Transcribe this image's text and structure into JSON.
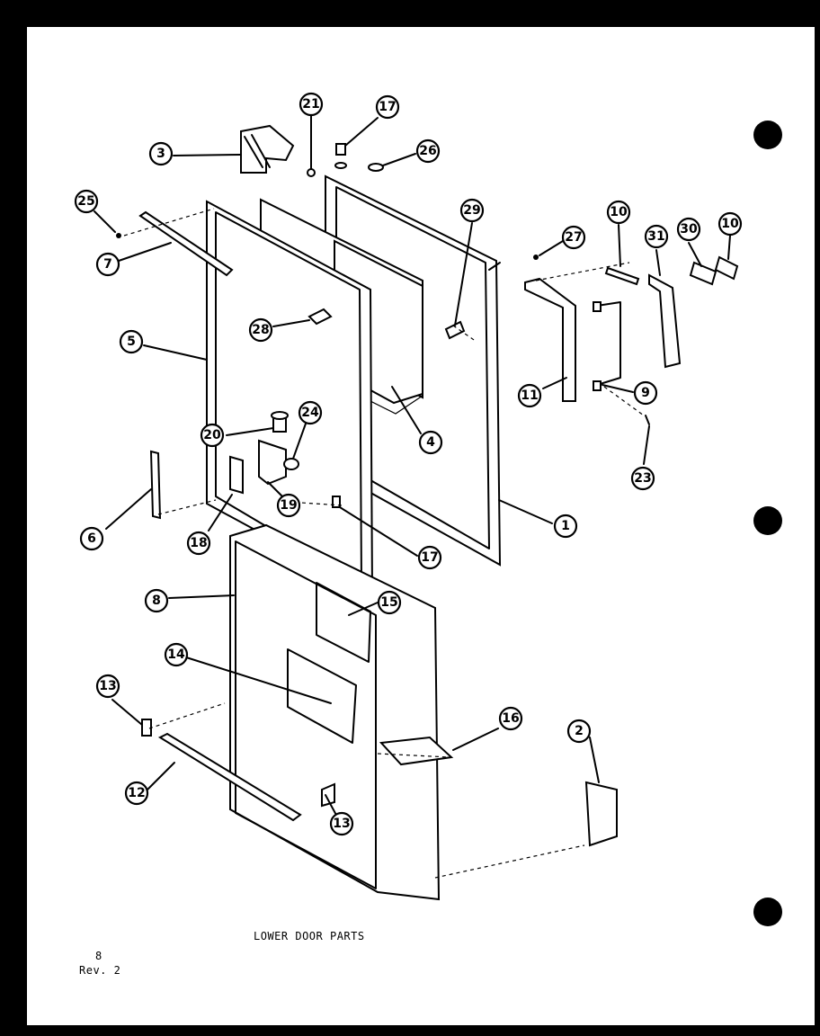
{
  "caption": "LOWER DOOR PARTS",
  "page_number": "8",
  "revision": "Rev. 2",
  "callouts": [
    "1",
    "2",
    "3",
    "4",
    "5",
    "6",
    "7",
    "8",
    "9",
    "10",
    "10",
    "11",
    "12",
    "13",
    "13",
    "14",
    "15",
    "16",
    "17",
    "17",
    "18",
    "19",
    "20",
    "21",
    "23",
    "24",
    "25",
    "26",
    "27",
    "28",
    "29",
    "30",
    "31"
  ]
}
